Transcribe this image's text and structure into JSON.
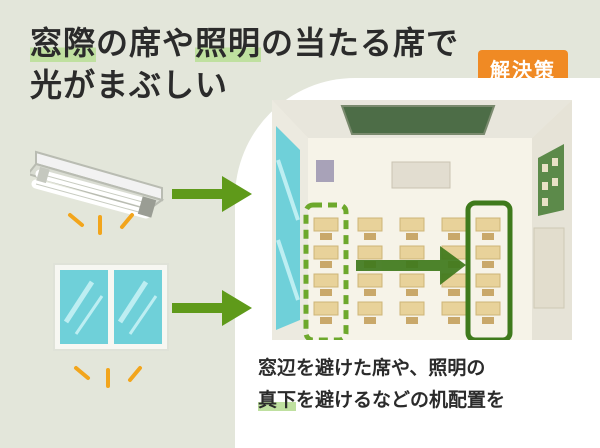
{
  "title": {
    "line1_parts": [
      {
        "text": "窓際",
        "hl": true
      },
      {
        "text": "の席や",
        "hl": false
      },
      {
        "text": "照明",
        "hl": true
      },
      {
        "text": "の当たる席で",
        "hl": false
      }
    ],
    "line2": "光がまぶしい"
  },
  "badge": {
    "label": "解決策"
  },
  "caption": {
    "line1": "窓辺を避けた席や、照明の",
    "line2_parts": [
      {
        "text": "真下",
        "hl": true
      },
      {
        "text": "を避けるなどの机配置を",
        "hl": false
      }
    ]
  },
  "icons": {
    "light": "fluorescent-light-icon",
    "window": "window-icon",
    "glare": "glare-rays-icon",
    "arrow": "right-arrow-icon"
  },
  "colors": {
    "arrow_green": "#5f9a1a",
    "box_dark_green": "#3f7a1c",
    "box_dashed_green": "#6da82c",
    "badge_orange": "#f08a24",
    "highlight": "#bfe0a0",
    "ray_yellow": "#f2a51c",
    "window_blue": "#6fd0d9"
  }
}
